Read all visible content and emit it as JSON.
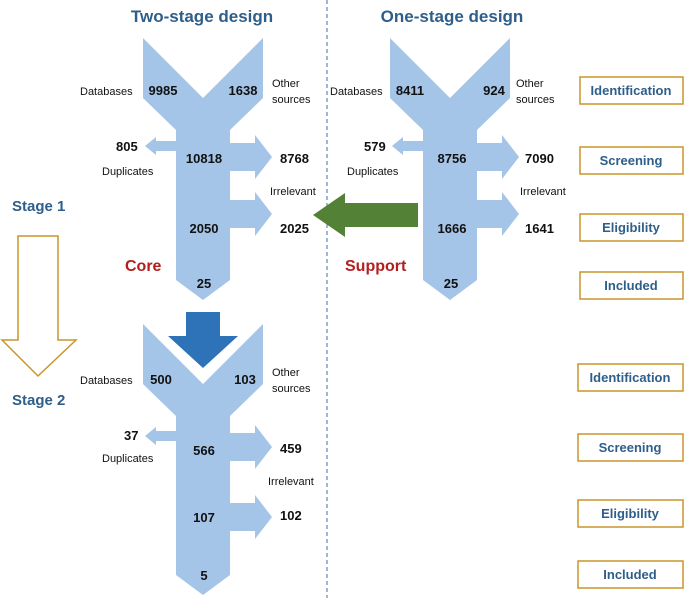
{
  "headers": {
    "two_stage": "Two-stage design",
    "one_stage": "One-stage design"
  },
  "stages": {
    "stage1": "Stage 1",
    "stage2": "Stage 2"
  },
  "labels": {
    "core": "Core",
    "support": "Support",
    "databases": "Databases",
    "other_line1": "Other",
    "other_line2": "sources",
    "duplicates": "Duplicates",
    "irrelevant": "Irrelevant"
  },
  "two_stage_1": {
    "databases": "9985",
    "other": "1638",
    "duplicates": "805",
    "screened": "10818",
    "irrelevant": "8768",
    "eligible": "2050",
    "excluded": "2025",
    "included": "25"
  },
  "one_stage": {
    "databases": "8411",
    "other": "924",
    "duplicates": "579",
    "screened": "8756",
    "irrelevant": "7090",
    "eligible": "1666",
    "excluded": "1641",
    "included": "25"
  },
  "two_stage_2": {
    "databases": "500",
    "other": "103",
    "duplicates": "37",
    "screened": "566",
    "irrelevant": "459",
    "eligible": "107",
    "excluded": "102",
    "included": "5"
  },
  "phases": {
    "identification": "Identification",
    "screening": "Screening",
    "eligibility": "Eligibility",
    "included": "Included"
  },
  "colors": {
    "flow": "#a4c4e8",
    "core_arrow": "#2e72b8",
    "support_arrow": "#538135",
    "stage_arrow_border": "#c8962a",
    "heading": "#2e5e8a",
    "accent_red": "#b21f1f"
  }
}
